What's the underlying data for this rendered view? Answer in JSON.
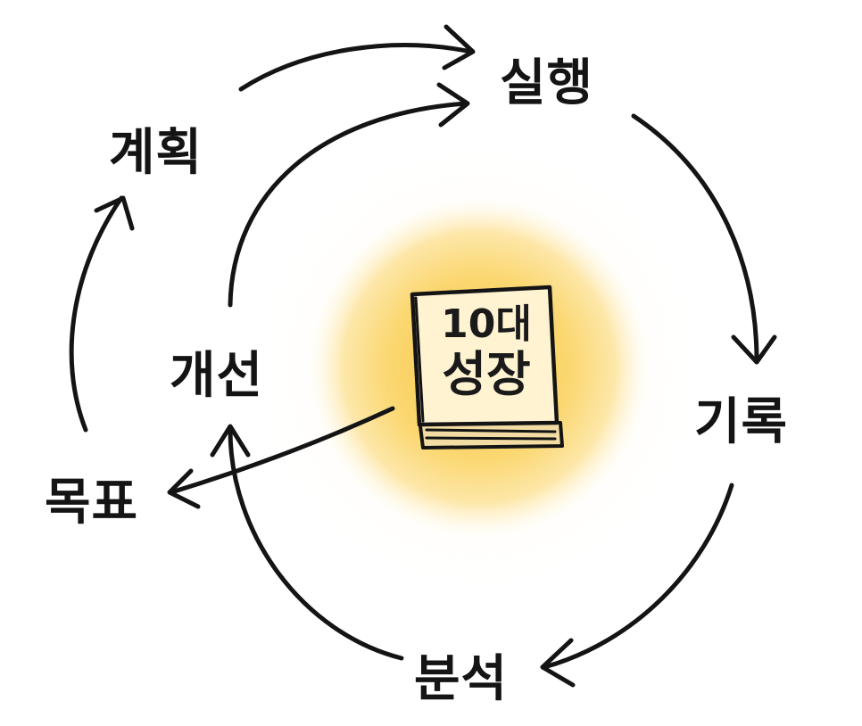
{
  "colors": {
    "ink": "#141414",
    "glow_center": "#f9c94a",
    "glow_edge": "#fff3cf",
    "book_cover": "#fff3d2",
    "book_pages": "#f2dca4"
  },
  "center": {
    "icon": "book-icon",
    "line1": "10대",
    "line2": "성장"
  },
  "nodes": {
    "plan": "계획",
    "execute": "실행",
    "record": "기록",
    "analyze": "분석",
    "improve": "개선",
    "goal": "목표"
  }
}
